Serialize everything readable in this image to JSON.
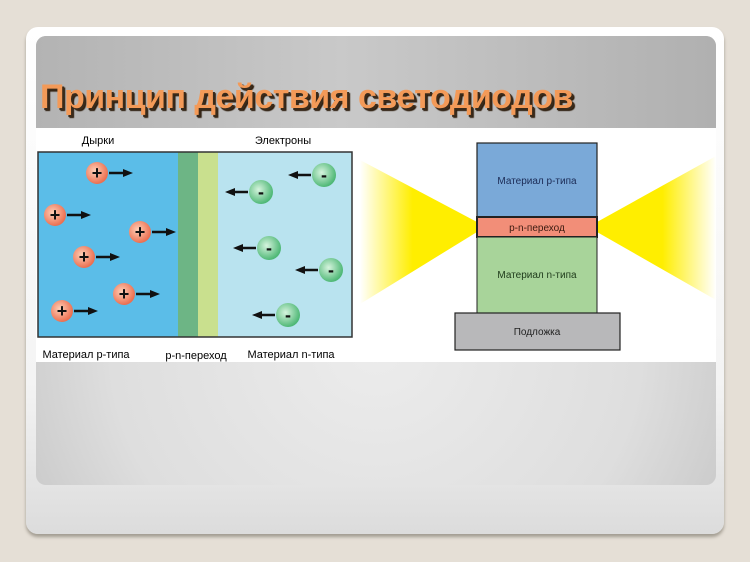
{
  "slide": {
    "title": "Принцип действия светодиодов"
  },
  "left_diagram": {
    "label_holes": "Дырки",
    "label_electrons": "Электроны",
    "label_p_material": "Материал p-типа",
    "label_junction": "p-n-переход",
    "label_n_material": "Материал n-типа",
    "hole_symbol": "+",
    "electron_symbol": "-",
    "hole_count": 6,
    "electron_count": 5
  },
  "right_diagram": {
    "label_p_material": "Материал p-типа",
    "label_junction": "p-n-переход",
    "label_n_material": "Материал n-типа",
    "label_substrate": "Подложка"
  },
  "colors": {
    "p_region": "#5bbde8",
    "junction_dark": "#6db585",
    "junction_light": "#c9e08e",
    "n_region": "#b9e3ef",
    "hole": "#f2876a",
    "electron": "#7fcf95",
    "stack_p": "#7aa9d8",
    "stack_junction": "#f28e78",
    "stack_n": "#a8d49a",
    "substrate": "#b8b8ba",
    "light": "#ffee00",
    "title": "#f39a58"
  }
}
